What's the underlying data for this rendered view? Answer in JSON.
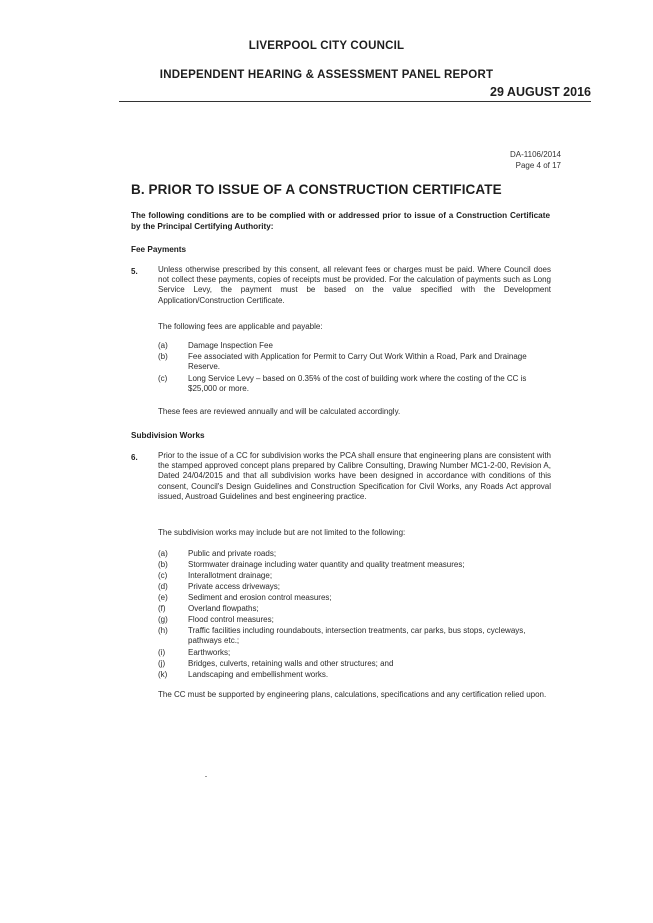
{
  "header": {
    "council": "LIVERPOOL CITY COUNCIL",
    "report": "INDEPENDENT HEARING & ASSESSMENT PANEL REPORT",
    "date": "29 AUGUST 2016"
  },
  "reference": {
    "da_number": "DA-1106/2014",
    "page": "Page 4 of 17"
  },
  "section": {
    "heading": "B.  PRIOR TO ISSUE OF A CONSTRUCTION CERTIFICATE",
    "intro": "The following conditions are to be complied with or addressed prior to issue of a Construction Certificate by the Principal Certifying Authority:"
  },
  "fee_payments": {
    "heading": "Fee Payments",
    "number": "5.",
    "text": "Unless otherwise prescribed by this consent, all relevant fees or charges must be paid. Where Council does not collect these payments, copies of receipts must be provided. For the calculation of payments such as Long Service Levy, the payment must be based on the value specified with the Development Application/Construction Certificate.",
    "list_intro": "The following fees are applicable and payable:",
    "items": [
      {
        "label": "(a)",
        "text": "Damage Inspection Fee"
      },
      {
        "label": "(b)",
        "text": "Fee associated with Application for Permit to Carry Out Work Within a Road, Park and Drainage Reserve."
      },
      {
        "label": "(c)",
        "text": "Long Service Levy – based on 0.35% of the cost of building work where the costing of the CC is $25,000 or more."
      }
    ],
    "closing": "These fees are reviewed annually and will be calculated accordingly."
  },
  "subdivision_works": {
    "heading": "Subdivision Works",
    "number": "6.",
    "text": "Prior to the issue of a CC for subdivision works the PCA shall ensure that engineering plans are consistent with the stamped approved concept plans prepared by Calibre Consulting, Drawing Number MC1-2-00, Revision A, Dated 24/04/2015 and that all subdivision works have been designed in accordance with conditions of this consent, Council's Design Guidelines and Construction Specification for Civil Works, any Roads Act approval issued, Austroad Guidelines and best engineering practice.",
    "list_intro": "The subdivision works may include but are not limited to the following:",
    "items": [
      {
        "label": "(a)",
        "text": "Public and private roads;"
      },
      {
        "label": "(b)",
        "text": "Stormwater drainage including water quantity and quality treatment measures;"
      },
      {
        "label": "(c)",
        "text": "Interallotment drainage;"
      },
      {
        "label": "(d)",
        "text": "Private access driveways;"
      },
      {
        "label": "(e)",
        "text": "Sediment and erosion control measures;"
      },
      {
        "label": "(f)",
        "text": "Overland flowpaths;"
      },
      {
        "label": "(g)",
        "text": "Flood control measures;"
      },
      {
        "label": "(h)",
        "text": "Traffic facilities including roundabouts, intersection treatments, car parks, bus stops, cycleways, pathways etc.;"
      },
      {
        "label": "(i)",
        "text": "Earthworks;"
      },
      {
        "label": "(j)",
        "text": "Bridges, culverts, retaining walls and other structures; and"
      },
      {
        "label": "(k)",
        "text": "Landscaping and embellishment works."
      }
    ],
    "closing": "The CC must be supported by engineering plans, calculations, specifications and any certification relied upon."
  }
}
